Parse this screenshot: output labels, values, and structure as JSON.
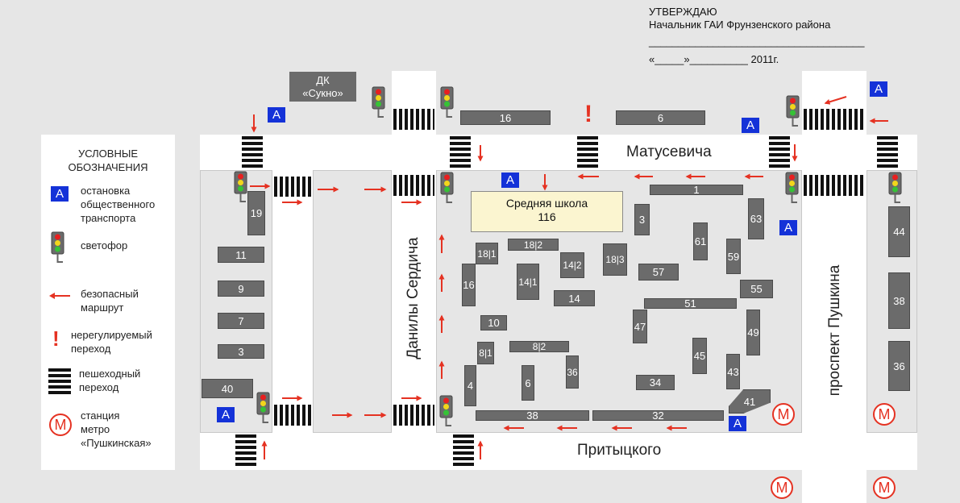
{
  "approval": {
    "line1": "УТВЕРЖДАЮ",
    "line2": "Начальник ГАИ Фрунзенского района",
    "line3": "_____________________________________",
    "line4": "«_____»__________ 2011г."
  },
  "legend": {
    "title1": "УСЛОВНЫЕ",
    "title2": "ОБОЗНАЧЕНИЯ",
    "stop_l1": "остановка",
    "stop_l2": "общественного",
    "stop_l3": "транспорта",
    "light": "светофор",
    "route_l1": "безопасный",
    "route_l2": "маршрут",
    "uncontrolled_l1": "нерегулируемый",
    "uncontrolled_l2": "переход",
    "crossing_l1": "пешеходный",
    "crossing_l2": "переход",
    "metro_l1": "станция",
    "metro_l2": "метро",
    "metro_l3": "«Пушкинская»"
  },
  "symbols": {
    "stop": "А",
    "metro": "М",
    "uncontrolled": "!"
  },
  "streets": {
    "matusevicha": "Матусевича",
    "prititskogo": "Притыцкого",
    "danily": "Данилы Сердича",
    "pushkina": "проспект Пушкина"
  },
  "landmarks": {
    "dk_l1": "ДК",
    "dk_l2": "«Сукно»",
    "school_l1": "Средняя школа",
    "school_l2": "116"
  },
  "buildings": {
    "b16top": "16",
    "b6top": "6",
    "b19": "19",
    "b11": "11",
    "b9": "9",
    "b7": "7",
    "b3left": "3",
    "b40": "40",
    "b1": "1",
    "b3": "3",
    "b63": "63",
    "b18_2": "18|2",
    "b18_1": "18|1",
    "b14_2": "14|2",
    "b18_3": "18|3",
    "b61": "61",
    "b59": "59",
    "b57": "57",
    "b16": "16",
    "b14_1": "14|1",
    "b14": "14",
    "b55": "55",
    "b51": "51",
    "b10": "10",
    "b47": "47",
    "b49": "49",
    "b8_1": "8|1",
    "b8_2": "8|2",
    "b45": "45",
    "b36": "36",
    "b6": "6",
    "b43": "43",
    "b4": "4",
    "b34": "34",
    "b41": "41",
    "b38": "38",
    "b32": "32",
    "b44": "44",
    "b38r": "38",
    "b36r": "36"
  },
  "colors": {
    "road": "#ffffff",
    "ground": "#e6e6e6",
    "building": "#6b6b6b",
    "stop": "#1432d8",
    "route": "#e53222",
    "school": "#fbf5d0"
  }
}
